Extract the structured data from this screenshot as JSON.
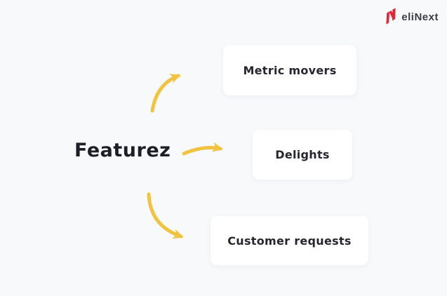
{
  "page": {
    "background_color": "#f8f9fb",
    "node_background_color": "#ffffff",
    "arrow_color": "#f1c340",
    "text_color": "#23232d",
    "logo_red": "#e32636"
  },
  "header": {
    "logo_text": "eliNext"
  },
  "diagram": {
    "root_label": "Featurez",
    "nodes": [
      {
        "id": "metric-movers",
        "label": "Metric movers"
      },
      {
        "id": "delights",
        "label": "Delights"
      },
      {
        "id": "customer-requests",
        "label": "Customer requests"
      }
    ]
  }
}
